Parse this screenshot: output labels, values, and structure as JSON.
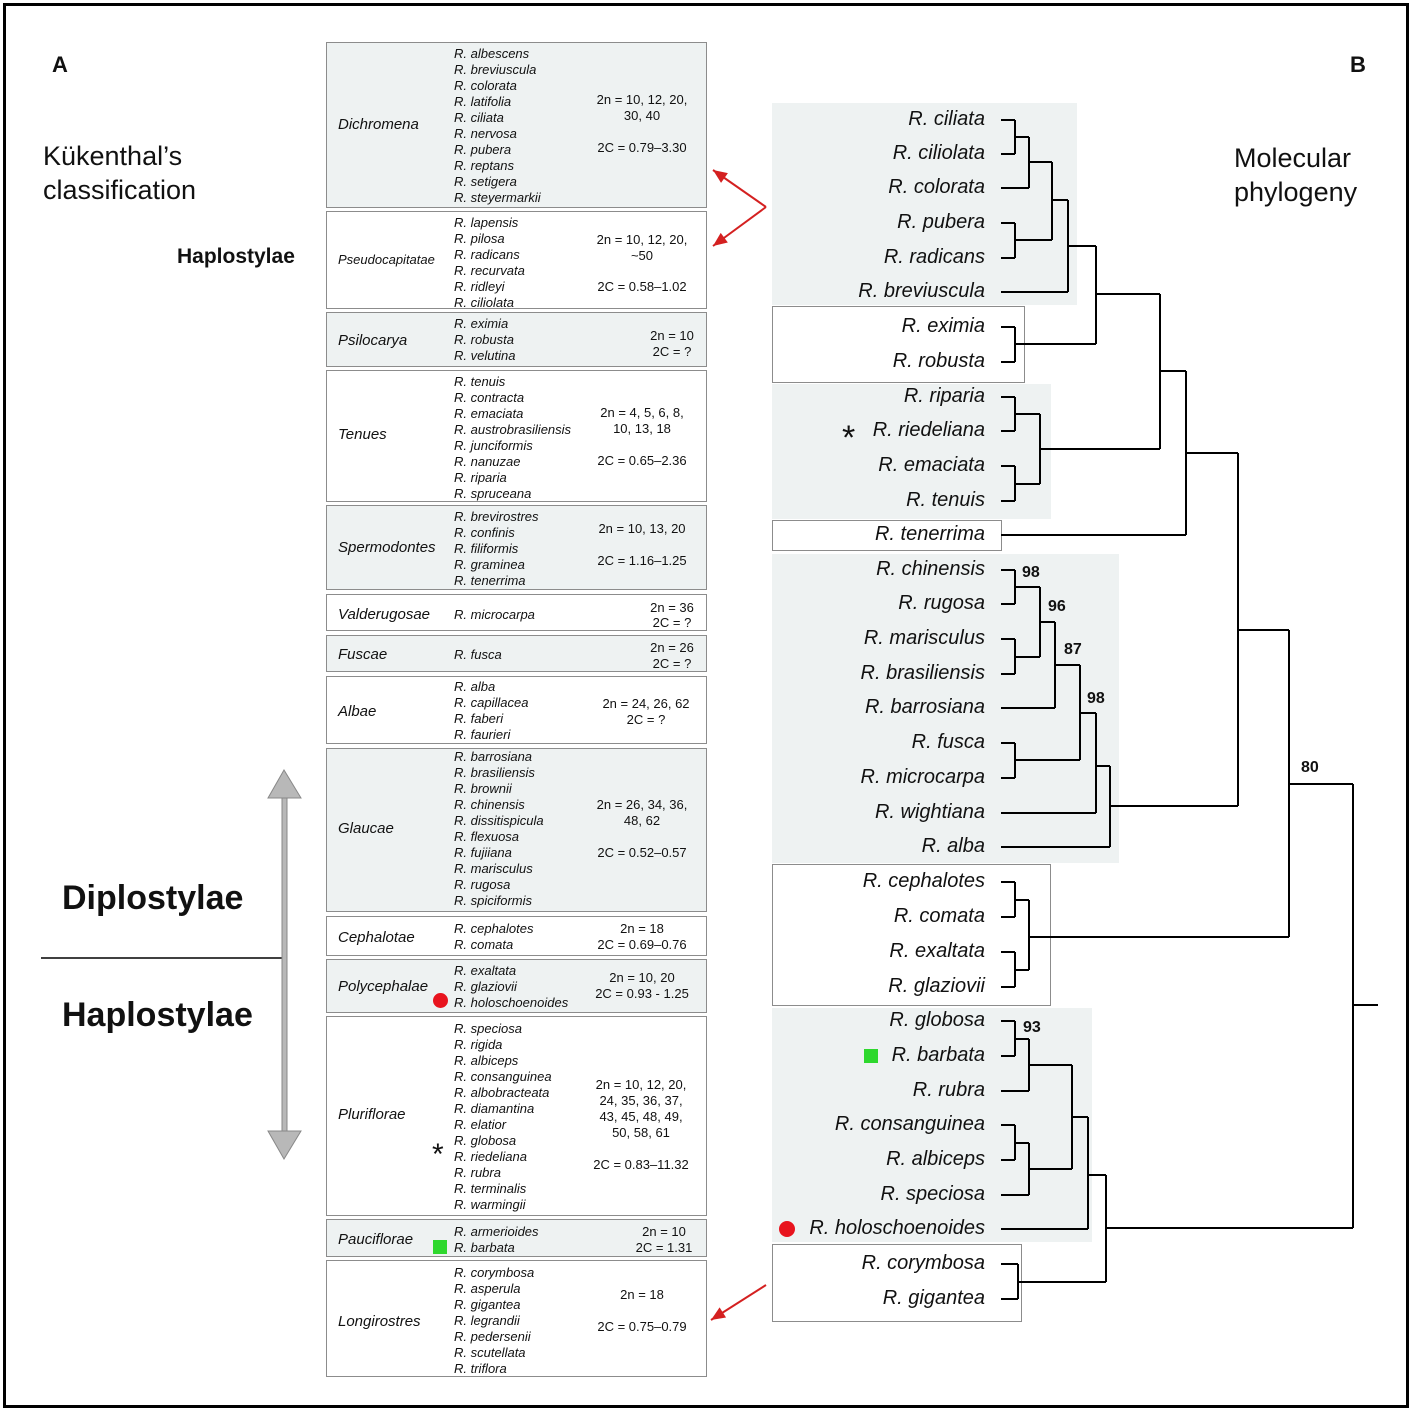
{
  "panels": {
    "left_letter": "A",
    "right_letter": "B",
    "left_heading_line1": "Kükenthal’s",
    "left_heading_line2": "classification",
    "right_heading_line1": "Molecular",
    "right_heading_line2": "phylogeny"
  },
  "groups": {
    "haplostylae_small": "Haplostylae",
    "diplostylae": "Diplostylae",
    "haplostylae": "Haplostylae"
  },
  "sections": [
    {
      "name": "Dichromena",
      "species": [
        "R. albescens",
        "R. breviuscula",
        "R. colorata",
        "R. latifolia",
        "R. ciliata",
        "R. nervosa",
        "R. pubera",
        "R. reptans",
        "R. setigera",
        "R. steyermarkii"
      ],
      "chrom": "2n = 10, 12, 20,\n30, 40",
      "gsize": "2C = 0.79–3.30"
    },
    {
      "name": "Pseudocapitatae",
      "species": [
        "R. lapensis",
        "R. pilosa",
        "R. radicans",
        "R. recurvata",
        "R. ridleyi",
        "R. ciliolata"
      ],
      "chrom": "2n = 10, 12, 20,\n~50",
      "gsize": "2C = 0.58–1.02"
    },
    {
      "name": "Psilocarya",
      "species": [
        "R. eximia",
        "R. robusta",
        "R. velutina"
      ],
      "chrom": "2n = 10",
      "gsize": "2C = ?"
    },
    {
      "name": "Tenues",
      "species": [
        "R. tenuis",
        "R. contracta",
        "R. emaciata",
        "R. austrobrasiliensis",
        "R. junciformis",
        "R. nanuzae",
        "R. riparia",
        "R. spruceana"
      ],
      "chrom": "2n = 4, 5, 6, 8,\n10, 13, 18",
      "gsize": "2C =  0.65–2.36"
    },
    {
      "name": "Spermodontes",
      "species": [
        "R. brevirostres",
        "R. confinis",
        "R. filiformis",
        "R. graminea",
        "R. tenerrima"
      ],
      "chrom": "2n = 10, 13, 20",
      "gsize": "2C = 1.16–1.25"
    },
    {
      "name": "Valderugosae",
      "species": [
        "R. microcarpa"
      ],
      "chrom": "2n = 36",
      "gsize": "2C = ?"
    },
    {
      "name": "Fuscae",
      "species": [
        "R. fusca"
      ],
      "chrom": "2n = 26",
      "gsize": "2C = ?"
    },
    {
      "name": "Albae",
      "species": [
        "R. alba",
        "R. capillacea",
        "R. faberi",
        "R. faurieri"
      ],
      "chrom": "2n = 24, 26, 62",
      "gsize": "2C = ?"
    },
    {
      "name": "Glaucae",
      "species": [
        "R. barrosiana",
        "R. brasiliensis",
        "R. brownii",
        "R. chinensis",
        "R. dissitispicula",
        "R. flexuosa",
        "R. fujiiana",
        "R. marisculus",
        "R. rugosa",
        "R. spiciformis"
      ],
      "chrom": "2n = 26, 34, 36,\n48, 62",
      "gsize": "2C = 0.52–0.57"
    },
    {
      "name": "Cephalotae",
      "species": [
        "R. cephalotes",
        "R. comata"
      ],
      "chrom": "2n = 18",
      "gsize": "2C = 0.69–0.76"
    },
    {
      "name": "Polycephalae",
      "species": [
        "R. exaltata",
        "R. glaziovii",
        "R. holoschoenoides"
      ],
      "chrom": "2n = 10, 20",
      "gsize": "2C = 0.93 - 1.25"
    },
    {
      "name": "Pluriflorae",
      "species": [
        "R. speciosa",
        "R. rigida",
        "R. albiceps",
        "R. consanguinea",
        "R. albobracteata",
        "R. diamantina",
        "R. elatior",
        "R. globosa",
        "R. riedeliana",
        "R. rubra",
        "R. terminalis",
        "R. warmingii"
      ],
      "chrom": "2n = 10, 12, 20,\n24, 35, 36, 37,\n43, 45, 48, 49,\n50, 58, 61",
      "gsize": "2C = 0.83–11.32"
    },
    {
      "name": "Pauciflorae",
      "species": [
        "R. armerioides",
        "R. barbata"
      ],
      "chrom": "2n = 10",
      "gsize": "2C = 1.31"
    },
    {
      "name": "Longirostres",
      "species": [
        "R. corymbosa",
        "R. asperula",
        "R. gigantea",
        "R. legrandii",
        "R. pedersenii",
        "R. scutellata",
        "R. triflora"
      ],
      "chrom": "2n = 18",
      "gsize": "2C = 0.75–0.79"
    }
  ],
  "markers": {
    "asterisk": "*"
  },
  "colors": {
    "shade": "#eef2f2",
    "arrow_red": "#d42020",
    "marker_red": "#e8141e",
    "marker_green": "#2ed82e",
    "double_arrow_gray": "#b8b8b8"
  },
  "tree_taxa": [
    "R. ciliata",
    "R. ciliolata",
    "R. colorata",
    "R. pubera",
    "R. radicans",
    "R. breviuscula",
    "R. eximia",
    "R. robusta",
    "R. riparia",
    "R. riedeliana",
    "R. emaciata",
    "R. tenuis",
    "R. tenerrima",
    "R. chinensis",
    "R. rugosa",
    "R. marisculus",
    "R. brasiliensis",
    "R. barrosiana",
    "R. fusca",
    "R. microcarpa",
    "R. wightiana",
    "R. alba",
    "R. cephalotes",
    "R. comata",
    "R. exaltata",
    "R. glaziovii",
    "R. globosa",
    "R. barbata",
    "R. rubra",
    "R. consanguinea",
    "R. albiceps",
    "R. speciosa",
    "R. holoschoenoides",
    "R. corymbosa",
    "R. gigantea"
  ],
  "support_values": [
    "98",
    "96",
    "87",
    "98",
    "80",
    "93"
  ]
}
